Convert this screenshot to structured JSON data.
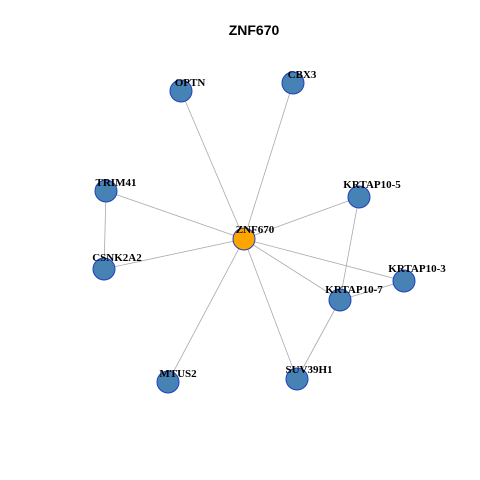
{
  "title": "ZNF670",
  "colors": {
    "hub_fill": "#FFA500",
    "node_fill": "#4682B4",
    "node_stroke": "#1F3FBF",
    "edge": "#AAAAAA",
    "label": "#000000",
    "background": "#FFFFFF"
  },
  "nodes": [
    {
      "id": "ZNF670",
      "label": "ZNF670",
      "hub": true
    },
    {
      "id": "OPTN",
      "label": "OPTN",
      "hub": false
    },
    {
      "id": "CBX3",
      "label": "CBX3",
      "hub": false
    },
    {
      "id": "TRIM41",
      "label": "TRIM41",
      "hub": false
    },
    {
      "id": "KRTAP10-5",
      "label": "KRTAP10-5",
      "hub": false
    },
    {
      "id": "CSNK2A2",
      "label": "CSNK2A2",
      "hub": false
    },
    {
      "id": "KRTAP10-3",
      "label": "KRTAP10-3",
      "hub": false
    },
    {
      "id": "KRTAP10-7",
      "label": "KRTAP10-7",
      "hub": false
    },
    {
      "id": "MTUS2",
      "label": "MTUS2",
      "hub": false
    },
    {
      "id": "SUV39H1",
      "label": "SUV39H1",
      "hub": false
    }
  ],
  "edges": [
    [
      "ZNF670",
      "OPTN"
    ],
    [
      "ZNF670",
      "CBX3"
    ],
    [
      "ZNF670",
      "TRIM41"
    ],
    [
      "ZNF670",
      "KRTAP10-5"
    ],
    [
      "ZNF670",
      "CSNK2A2"
    ],
    [
      "ZNF670",
      "KRTAP10-3"
    ],
    [
      "ZNF670",
      "KRTAP10-7"
    ],
    [
      "ZNF670",
      "MTUS2"
    ],
    [
      "ZNF670",
      "SUV39H1"
    ],
    [
      "TRIM41",
      "CSNK2A2"
    ],
    [
      "KRTAP10-5",
      "KRTAP10-7"
    ],
    [
      "KRTAP10-7",
      "KRTAP10-3"
    ],
    [
      "KRTAP10-7",
      "SUV39H1"
    ]
  ]
}
